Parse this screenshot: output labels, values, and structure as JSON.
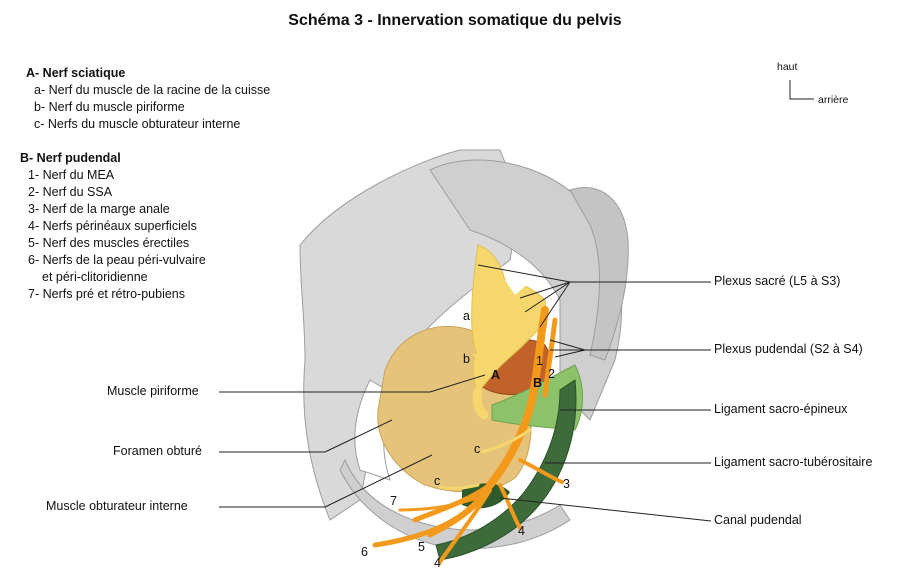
{
  "title": "Schéma 3 - Innervation somatique du pelvis",
  "orientation": {
    "up": "haut",
    "back": "arrière"
  },
  "legend_a": {
    "heading": "A- Nerf sciatique",
    "items": [
      "a- Nerf du muscle de la racine de la cuisse",
      "b- Nerf du muscle piriforme",
      "c- Nerfs du muscle obturateur interne"
    ]
  },
  "legend_b": {
    "heading": "B- Nerf pudendal",
    "items": [
      "1- Nerf du MEA",
      "2- Nerf du SSA",
      "3- Nerf de la marge anale",
      "4- Nerfs périnéaux superficiels",
      "5- Nerf des muscles érectiles",
      "6- Nerfs de la peau péri-vulvaire",
      "et péri-clitoridienne",
      "7- Nerfs pré et rétro-pubiens"
    ]
  },
  "left_labels": {
    "piriforme": "Muscle piriforme",
    "foramen": "Foramen obturé",
    "obturateur": "Muscle obturateur interne"
  },
  "right_labels": {
    "plexus_sacre": "Plexus sacré (L5 à S3)",
    "plexus_pudendal": "Plexus pudendal (S2 à S4)",
    "sacro_epineux": "Ligament sacro-épineux",
    "sacro_tuberositaire": "Ligament sacro-tubérositaire",
    "canal": "Canal pudendal"
  },
  "markers": {
    "A": "A",
    "B": "B",
    "a": "a",
    "b": "b",
    "c1": "c",
    "c2": "c",
    "n1": "1",
    "n2": "2",
    "n3": "3",
    "n4a": "4",
    "n4b": "4",
    "n5": "5",
    "n6": "6",
    "n7": "7"
  },
  "colors": {
    "bone": "#d9d9d9",
    "bone_dark": "#bdbdbd",
    "sacral_plexus": "#f5d76e",
    "pudendal": "#f39a1c",
    "piriformis": "#c0622a",
    "obturator_muscle": "#e6c37a",
    "ligament_sacrospinous": "#8cc36a",
    "ligament_sacrotuberous": "#3d6b3a"
  }
}
